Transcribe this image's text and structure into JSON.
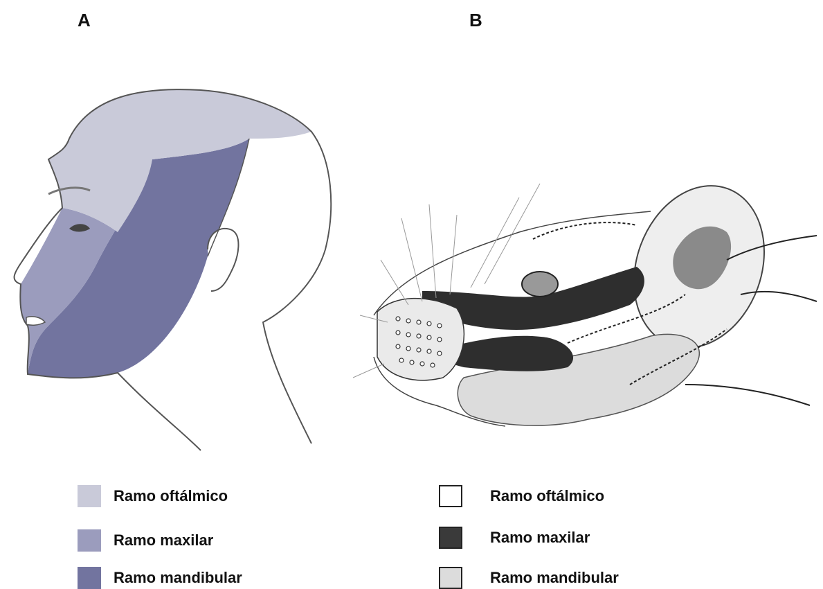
{
  "panels": {
    "a": {
      "letter": "A",
      "legend": [
        {
          "label": "Ramo oftálmico",
          "color": "#c9cad9"
        },
        {
          "label": "Ramo maxilar",
          "color": "#9b9cbd"
        },
        {
          "label": "Ramo mandibular",
          "color": "#72749f"
        }
      ]
    },
    "b": {
      "letter": "B",
      "legend": [
        {
          "label": "Ramo oftálmico",
          "color": "#ffffff"
        },
        {
          "label": "Ramo maxilar",
          "color": "#3a3a3a"
        },
        {
          "label": "Ramo mandibular",
          "color": "#dcdcdc"
        }
      ]
    }
  }
}
